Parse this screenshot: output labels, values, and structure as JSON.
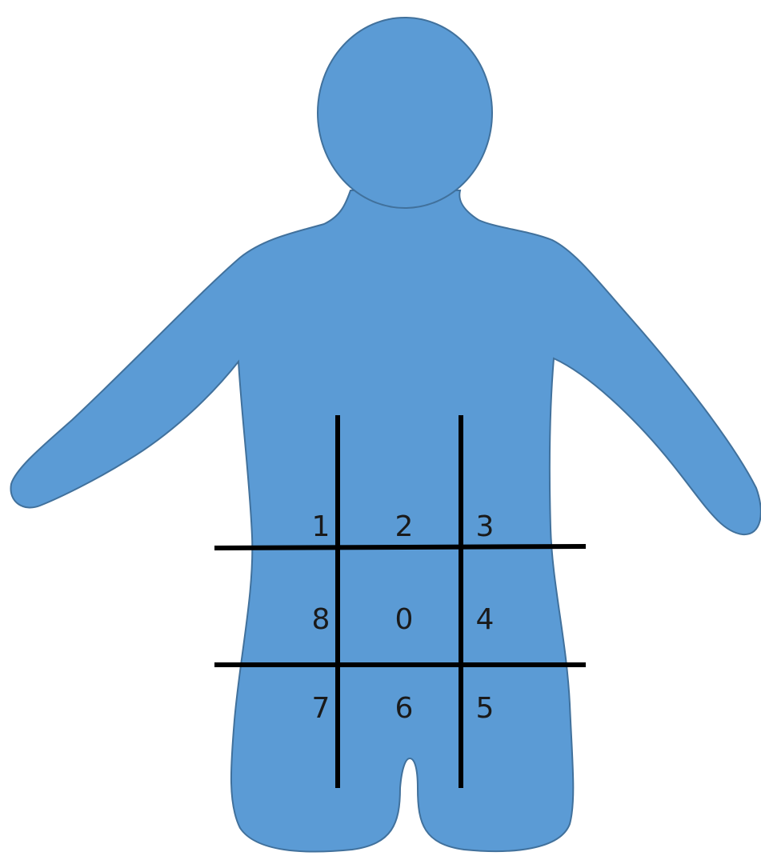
{
  "figure": {
    "fill_color": "#5b9bd5",
    "outline_color": "#41719c",
    "line_color": "#000000",
    "text_color": "#1a1a1a"
  },
  "regions": [
    {
      "id": "region-1",
      "label": "1"
    },
    {
      "id": "region-2",
      "label": "2"
    },
    {
      "id": "region-3",
      "label": "3"
    },
    {
      "id": "region-8",
      "label": "8"
    },
    {
      "id": "region-0",
      "label": "0"
    },
    {
      "id": "region-4",
      "label": "4"
    },
    {
      "id": "region-7",
      "label": "7"
    },
    {
      "id": "region-6",
      "label": "6"
    },
    {
      "id": "region-5",
      "label": "5"
    }
  ]
}
